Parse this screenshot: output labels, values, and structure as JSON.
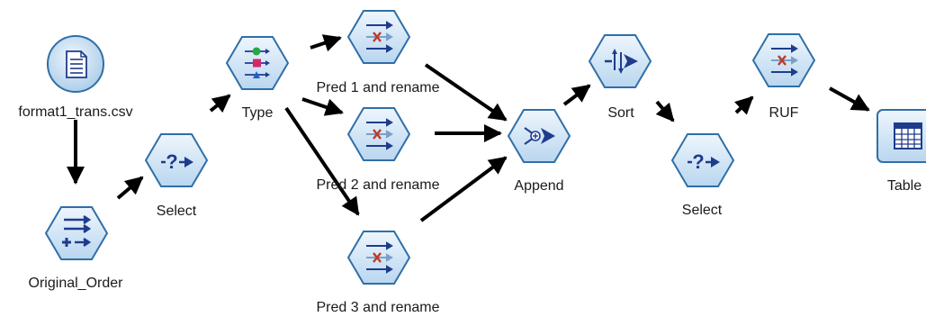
{
  "nodes": {
    "source": {
      "label": "format1_trans.csv",
      "icon": "variable-file-icon"
    },
    "original_order": {
      "label": "Original_Order",
      "icon": "derive-icon"
    },
    "select1": {
      "label": "Select",
      "icon": "select-icon"
    },
    "type": {
      "label": "Type",
      "icon": "type-icon"
    },
    "pred1": {
      "label": "Pred 1 and rename",
      "icon": "filter-icon"
    },
    "pred2": {
      "label": "Pred 2 and rename",
      "icon": "filter-icon"
    },
    "pred3": {
      "label": "Pred 3 and rename",
      "icon": "filter-icon"
    },
    "append": {
      "label": "Append",
      "icon": "append-icon"
    },
    "sort": {
      "label": "Sort",
      "icon": "sort-icon"
    },
    "select2": {
      "label": "Select",
      "icon": "select-icon"
    },
    "ruf": {
      "label": "RUF",
      "icon": "filter-icon"
    },
    "table": {
      "label": "Table",
      "icon": "table-icon"
    }
  },
  "colors": {
    "node_fill": "#cfe3f5",
    "node_border": "#2f6fa8",
    "glyph": "#1f3c8c",
    "arrow": "#000000",
    "accent_red": "#c0392b",
    "accent_green": "#27a844",
    "accent_pink": "#d6256b"
  }
}
